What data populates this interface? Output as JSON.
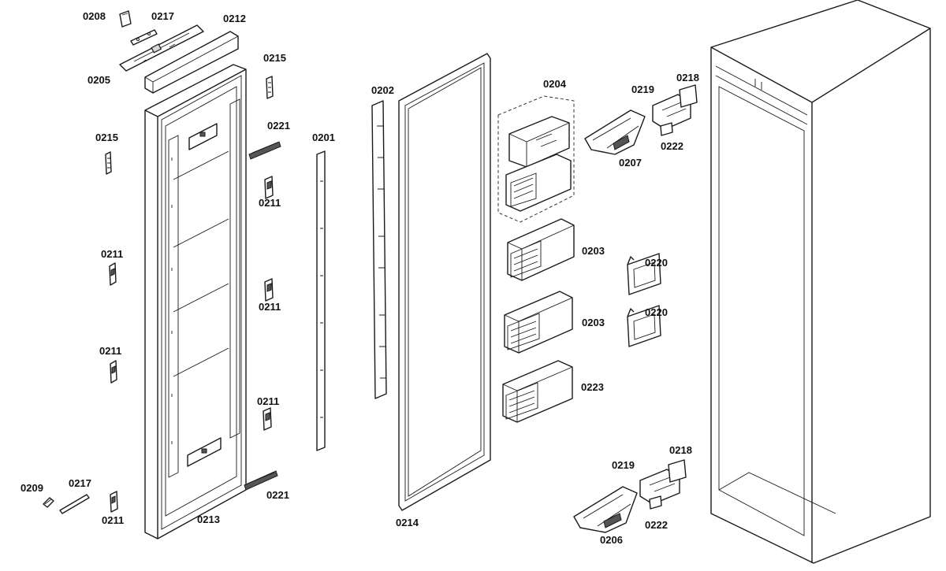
{
  "diagram": {
    "labels": {
      "l0208": "0208",
      "l0217a": "0217",
      "l0212": "0212",
      "l0205": "0205",
      "l0215a": "0215",
      "l0215b": "0215",
      "l0221a": "0221",
      "l0201": "0201",
      "l0202": "0202",
      "l0204": "0204",
      "l0219a": "0219",
      "l0218a": "0218",
      "l0222a": "0222",
      "l0207": "0207",
      "l0211a": "0211",
      "l0211b": "0211",
      "l0211c": "0211",
      "l0211d": "0211",
      "l0211e": "0211",
      "l0211f": "0211",
      "l0203a": "0203",
      "l0203b": "0203",
      "l0220a": "0220",
      "l0220b": "0220",
      "l0223": "0223",
      "l0209": "0209",
      "l0217b": "0217",
      "l0213": "0213",
      "l0221b": "0221",
      "l0214": "0214",
      "l0219b": "0219",
      "l0218b": "0218",
      "l0222b": "0222",
      "l0206": "0206"
    }
  }
}
